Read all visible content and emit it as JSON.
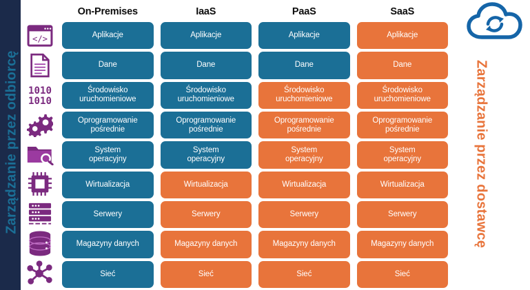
{
  "diagram": {
    "title_left": "Zarządzanie przez odbiorcę",
    "title_right": "Zarządzanie przez dostawcę",
    "cloud_icon": "cloud-sync-icon",
    "colors": {
      "blue": "#1b6f96",
      "orange": "#e8743b",
      "purple": "#7b2a7f",
      "background": "#1b2a4a",
      "panel": "#ffffff"
    }
  },
  "columns": [
    {
      "label": "On-Premises"
    },
    {
      "label": "IaaS"
    },
    {
      "label": "PaaS"
    },
    {
      "label": "SaaS"
    }
  ],
  "rows": [
    {
      "line1": "Aplikacje",
      "line2": "",
      "icon": "code-window-icon"
    },
    {
      "line1": "Dane",
      "line2": "",
      "icon": "document-icon"
    },
    {
      "line1": "Środowisko",
      "line2": "uruchomieniowe",
      "icon": "binary-data-icon"
    },
    {
      "line1": "Oprogramowanie",
      "line2": "pośrednie",
      "icon": "gears-icon"
    },
    {
      "line1": "System",
      "line2": "operacyjny",
      "icon": "folder-search-icon"
    },
    {
      "line1": "Wirtualizacja",
      "line2": "",
      "icon": "cpu-chip-icon"
    },
    {
      "line1": "Serwery",
      "line2": "",
      "icon": "server-rack-icon"
    },
    {
      "line1": "Magazyny danych",
      "line2": "",
      "icon": "database-icon"
    },
    {
      "line1": "Sieć",
      "line2": "",
      "icon": "network-nodes-icon"
    }
  ],
  "matrix": [
    [
      "blue",
      "blue",
      "blue",
      "orange"
    ],
    [
      "blue",
      "blue",
      "blue",
      "orange"
    ],
    [
      "blue",
      "blue",
      "orange",
      "orange"
    ],
    [
      "blue",
      "blue",
      "orange",
      "orange"
    ],
    [
      "blue",
      "blue",
      "orange",
      "orange"
    ],
    [
      "blue",
      "orange",
      "orange",
      "orange"
    ],
    [
      "blue",
      "orange",
      "orange",
      "orange"
    ],
    [
      "blue",
      "orange",
      "orange",
      "orange"
    ],
    [
      "blue",
      "orange",
      "orange",
      "orange"
    ]
  ]
}
